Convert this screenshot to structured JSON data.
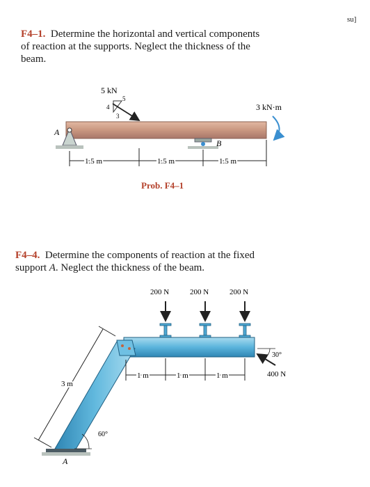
{
  "corner_text": "su]",
  "problem1": {
    "number": "F4–1.",
    "text_line1": "Determine the horizontal and vertical components",
    "text_line2": "of reaction at the supports. Neglect the thickness of the",
    "text_line3": "beam.",
    "figure": {
      "load_label": "5 kN",
      "slope_labels": [
        "4",
        "5",
        "3"
      ],
      "moment_label": "3 kN·m",
      "support_a": "A",
      "support_b": "B",
      "dims": [
        "1.5 m",
        "1.5 m",
        "1.5 m"
      ],
      "caption": "Prob. F4–1"
    }
  },
  "problem2": {
    "number": "F4–4.",
    "text_line1": "Determine the components of reaction at the fixed",
    "text_line2_pre": "support ",
    "text_line2_italic": "A",
    "text_line2_post": ". Neglect the thickness of the beam.",
    "figure": {
      "forces": [
        "200 N",
        "200 N",
        "200 N"
      ],
      "dims": [
        "1 m",
        "1 m",
        "1 m"
      ],
      "force_400": "400 N",
      "angle_30": "30°",
      "angle_60": "60°",
      "length_3m": "3 m",
      "support_a": "A"
    }
  }
}
